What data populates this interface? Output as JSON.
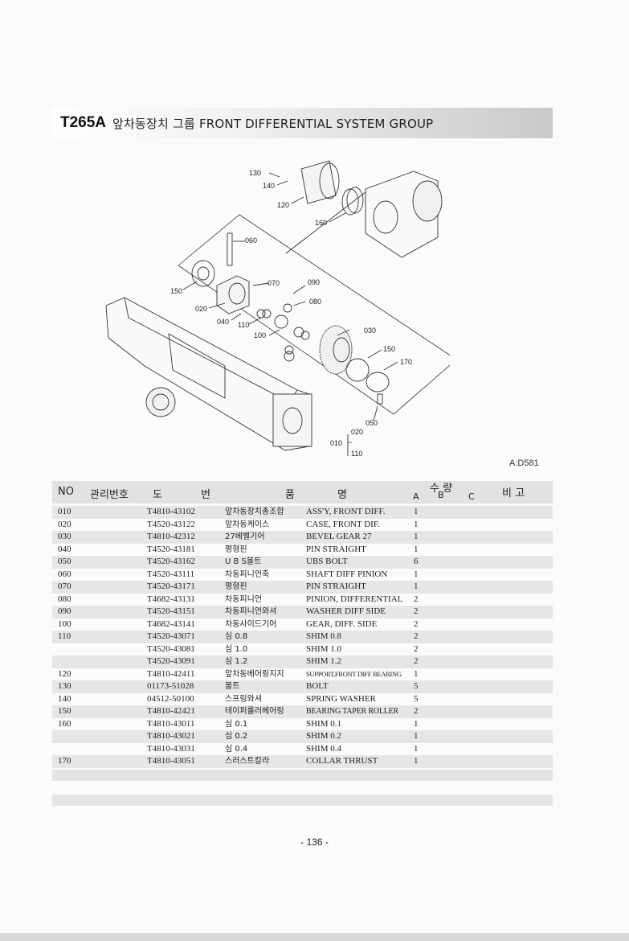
{
  "title": {
    "code": "T265A",
    "text": "앞차동장치 그룹  FRONT DIFFERENTIAL SYSTEM GROUP"
  },
  "diagram": {
    "callouts": [
      "130",
      "140",
      "120",
      "160",
      "060",
      "150",
      "070",
      "090",
      "020",
      "080",
      "040",
      "110",
      "100",
      "030",
      "150",
      "170",
      "050",
      "020",
      "~",
      "010",
      "110"
    ]
  },
  "ref_code": "A:D581",
  "header": {
    "no": "NO",
    "mgmt": "관리번호",
    "dwg1": "도",
    "dwg2": "번",
    "name1": "품",
    "name2": "명",
    "qty": "수 량",
    "a": "A",
    "b": "B",
    "c": "C",
    "remark": "비 고"
  },
  "rows": [
    {
      "no": "010",
      "part": "T4810-43102",
      "kor": "앞차동장치총조합",
      "desc": "ASS'Y, FRONT DIFF.",
      "qa": "1"
    },
    {
      "no": "020",
      "part": "T4520-43122",
      "kor": "앞차동케이스",
      "desc": "CASE, FRONT DIF.",
      "qa": "1"
    },
    {
      "no": "030",
      "part": "T4810-42312",
      "kor": "27베벨기어",
      "desc": "BEVEL GEAR 27",
      "qa": "1"
    },
    {
      "no": "040",
      "part": "T4520-43181",
      "kor": "평형핀",
      "desc": "PIN STRAIGHT",
      "qa": "1"
    },
    {
      "no": "050",
      "part": "T4520-43162",
      "kor": "U B S볼트",
      "desc": "UBS BOLT",
      "qa": "6"
    },
    {
      "no": "060",
      "part": "T4520-43111",
      "kor": "차동피니언축",
      "desc": "SHAFT DIFF PINION",
      "qa": "1"
    },
    {
      "no": "070",
      "part": "T4520-43171",
      "kor": "평형핀",
      "desc": "PIN STRAIGHT",
      "qa": "1"
    },
    {
      "no": "080",
      "part": "T4682-43131",
      "kor": "차동피니언",
      "desc": "PINION, DIFFERENTIAL",
      "qa": "2"
    },
    {
      "no": "090",
      "part": "T4520-43151",
      "kor": "차동피니언와셔",
      "desc": "WASHER DIFF SIDE",
      "qa": "2"
    },
    {
      "no": "100",
      "part": "T4682-43141",
      "kor": "차동사이드기어",
      "desc": "GEAR, DIFF. SIDE",
      "qa": "2"
    },
    {
      "no": "110",
      "part": "T4520-43071",
      "kor": "심 0.8",
      "desc": "SHIM 0.8",
      "qa": "2"
    },
    {
      "no": "",
      "part": "T4520-43081",
      "kor": "심 1.0",
      "desc": "SHIM 1.0",
      "qa": "2"
    },
    {
      "no": "",
      "part": "T4520-43091",
      "kor": "심 1.2",
      "desc": "SHIM 1.2",
      "qa": "2"
    },
    {
      "no": "120",
      "part": "T4810-42411",
      "kor": "앞차동베어링지지",
      "desc": "SUPPORT,FRONT DIFF BEARING",
      "qa": "1"
    },
    {
      "no": "130",
      "part": "01173-51028",
      "kor": "볼트",
      "desc": "BOLT",
      "qa": "5"
    },
    {
      "no": "140",
      "part": "04512-50100",
      "kor": "스프링와셔",
      "desc": "SPRING WASHER",
      "qa": "5"
    },
    {
      "no": "150",
      "part": "T4810-42421",
      "kor": "테이퍼롤러베어링",
      "desc": "BEARING TAPER ROLLER",
      "qa": "2"
    },
    {
      "no": "160",
      "part": "T4810-43011",
      "kor": "심 0.1",
      "desc": "SHIM 0.1",
      "qa": "1"
    },
    {
      "no": "",
      "part": "T4810-43021",
      "kor": "심 0.2",
      "desc": "SHIM 0.2",
      "qa": "1"
    },
    {
      "no": "",
      "part": "T4810-43031",
      "kor": "심 0.4",
      "desc": "SHIM 0.4",
      "qa": "1"
    },
    {
      "no": "170",
      "part": "T4810-43051",
      "kor": "스러스트칼라",
      "desc": "COLLAR THRUST",
      "qa": "1"
    }
  ],
  "page_number": "- 136 -"
}
